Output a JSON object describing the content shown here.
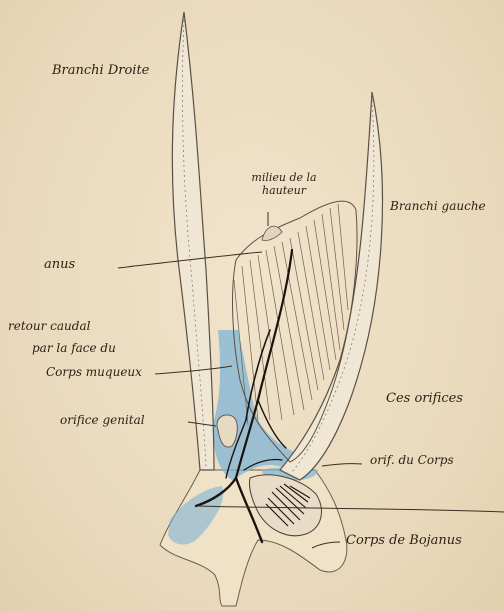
{
  "labels": {
    "branchie_droite": "Branchi Droite",
    "milieu_hauteur": "milieu de la hauteur",
    "branchie_gauche": "Branchi gauche",
    "anus": "anus",
    "retour_caudal": "retour caudal",
    "par_la_face": "par la face du",
    "corps_muqueux": "Corps muqueux",
    "orifice_genital": "orifice genital",
    "ces_orifices": "Ces orifices",
    "orifice_du_corps": "orif. du Corps",
    "corps_de_bojanus": "Corps de Bojanus"
  },
  "colors": {
    "paper": "#ecdcc0",
    "ink": "#2a1f14",
    "wash_blue": "#7fb4d6",
    "pencil": "#5a5046"
  }
}
